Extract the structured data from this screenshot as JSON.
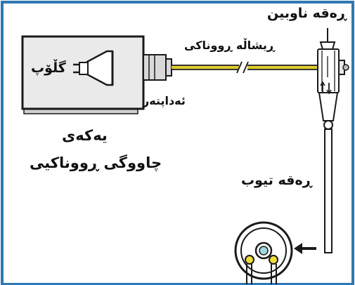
{
  "labels": {
    "endoscope": "ڕەقە ناوبین",
    "fiber": "ڕیشاڵە ڕووناکی",
    "lamp": "گڵۆپ",
    "adapter": "ئەداپتەر",
    "source_line1": "یەکەی",
    "source_line2": "چاووگی ڕووناکیی",
    "tube": "ڕەقە تیوب"
  },
  "colors": {
    "border": "#2f78b4",
    "fiber": "#e0cc2a",
    "ink": "#111111",
    "source_fill": "#eaeaea",
    "lens": "#9fd7e2",
    "pin": "#f0dc3a"
  }
}
